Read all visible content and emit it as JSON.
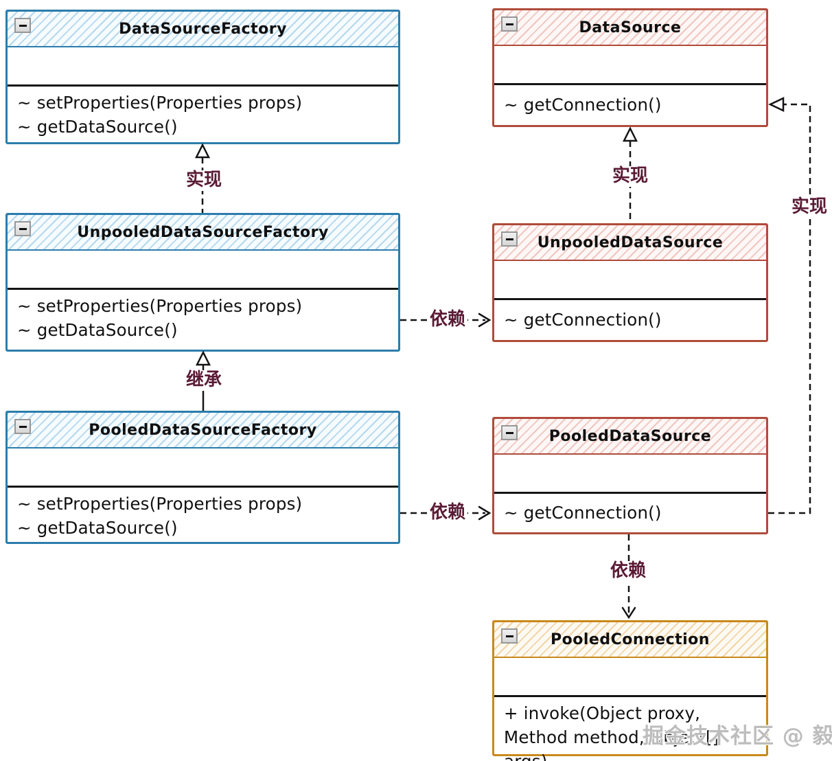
{
  "diagram": {
    "classes": [
      {
        "name": "DataSourceFactory",
        "fields": [],
        "methods": [
          "~ setProperties(Properties props)",
          "~ getDataSource()"
        ]
      },
      {
        "name": "UnpooledDataSourceFactory",
        "fields": [],
        "methods": [
          "~ setProperties(Properties props)",
          "~ getDataSource()"
        ]
      },
      {
        "name": "PooledDataSourceFactory",
        "fields": [],
        "methods": [
          "~ setProperties(Properties props)",
          "~ getDataSource()"
        ]
      },
      {
        "name": "DataSource",
        "fields": [],
        "methods": [
          "~ getConnection()"
        ]
      },
      {
        "name": "UnpooledDataSource",
        "fields": [],
        "methods": [
          "~ getConnection()"
        ]
      },
      {
        "name": "PooledDataSource",
        "fields": [],
        "methods": [
          "~ getConnection()"
        ]
      },
      {
        "name": "PooledConnection",
        "fields": [],
        "methods": [
          "+ invoke(Object proxy, Method method, Object[] args)"
        ]
      }
    ],
    "edges": [
      {
        "from": "UnpooledDataSourceFactory",
        "to": "DataSourceFactory",
        "type": "realization",
        "label": "实现"
      },
      {
        "from": "PooledDataSourceFactory",
        "to": "UnpooledDataSourceFactory",
        "type": "inheritance",
        "label": "继承"
      },
      {
        "from": "UnpooledDataSource",
        "to": "DataSource",
        "type": "realization",
        "label": "实现"
      },
      {
        "from": "UnpooledDataSourceFactory",
        "to": "UnpooledDataSource",
        "type": "dependency",
        "label": "依赖"
      },
      {
        "from": "PooledDataSourceFactory",
        "to": "PooledDataSource",
        "type": "dependency",
        "label": "依赖"
      },
      {
        "from": "PooledDataSource",
        "to": "PooledConnection",
        "type": "dependency",
        "label": "依赖"
      },
      {
        "from": "PooledDataSource",
        "to": "DataSource",
        "type": "realization",
        "label": "实现"
      }
    ],
    "icons": {
      "minimize": "−"
    },
    "watermark": "掘金技术社区 @ 毅航",
    "colors": {
      "blue_border": "#2b7dab",
      "red_border": "#b04b3b",
      "orange_border": "#c8891b",
      "edge_label_text": "#5a1b35",
      "edge_line": "#141414",
      "watermark_text": "#bdbdbd"
    }
  }
}
